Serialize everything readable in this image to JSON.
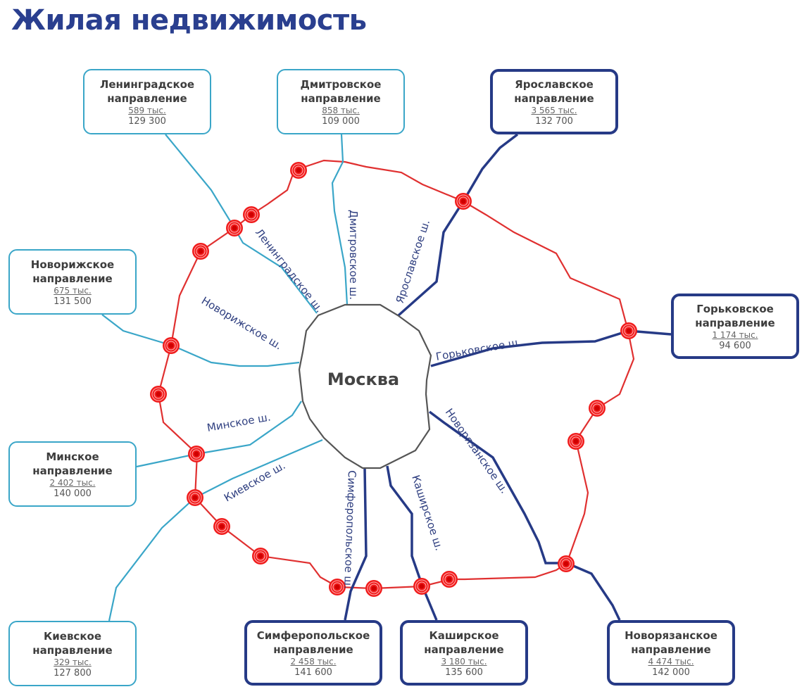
{
  "title": "Жилая недвижимость",
  "center_label": "Москва",
  "directions": [
    {
      "id": "leningradskoe",
      "title": "Ленинградское",
      "subtitle": "направление",
      "count": "589 тыс.",
      "price": "129 300",
      "style": "light"
    },
    {
      "id": "dmitrovskoe",
      "title": "Дмитровское",
      "subtitle": "направление",
      "count": "858 тыс.",
      "price": "109 000",
      "style": "light"
    },
    {
      "id": "yaroslavskoe",
      "title": "Ярославское",
      "subtitle": "направление",
      "count": "3 565 тыс.",
      "price": "132 700",
      "style": "dark"
    },
    {
      "id": "novorizhskoe",
      "title": "Новорижское",
      "subtitle": "направление",
      "count": "675 тыс.",
      "price": "131 500",
      "style": "light"
    },
    {
      "id": "gorkovskoe",
      "title": "Горьковское",
      "subtitle": "направление",
      "count": "1 174 тыс.",
      "price": "94 600",
      "style": "dark"
    },
    {
      "id": "minskoe",
      "title": "Минское",
      "subtitle": "направление",
      "count": "2 402 тыс.",
      "price": "140 000",
      "style": "light"
    },
    {
      "id": "kievskoe",
      "title": "Киевское",
      "subtitle": "направление",
      "count": "329 тыс.",
      "price": "127 800",
      "style": "light"
    },
    {
      "id": "simferopolskoe",
      "title": "Симферопольское",
      "subtitle": "направление",
      "count": "2 458 тыс.",
      "price": "141 600",
      "style": "dark"
    },
    {
      "id": "kashirskoe",
      "title": "Каширское",
      "subtitle": "направление",
      "count": "3 180 тыс.",
      "price": "135 600",
      "style": "dark"
    },
    {
      "id": "novoryazanskoe",
      "title": "Новорязанское",
      "subtitle": "направление",
      "count": "4 474 тыс.",
      "price": "142 000",
      "style": "dark"
    }
  ],
  "roads": [
    "Ленинградское ш.",
    "Дмитровское ш.",
    "Ярославское ш.",
    "Новорижское ш.",
    "Горьковское ш.",
    "Новорязанское ш.",
    "Минское ш.",
    "Киевское ш.",
    "Симферопольское ш.",
    "Каширское ш."
  ],
  "colors": {
    "title": "#2a3f8f",
    "ring": "#e03030",
    "road_light": "#3aa6c8",
    "road_dark": "#263a86",
    "city": "#555555"
  }
}
